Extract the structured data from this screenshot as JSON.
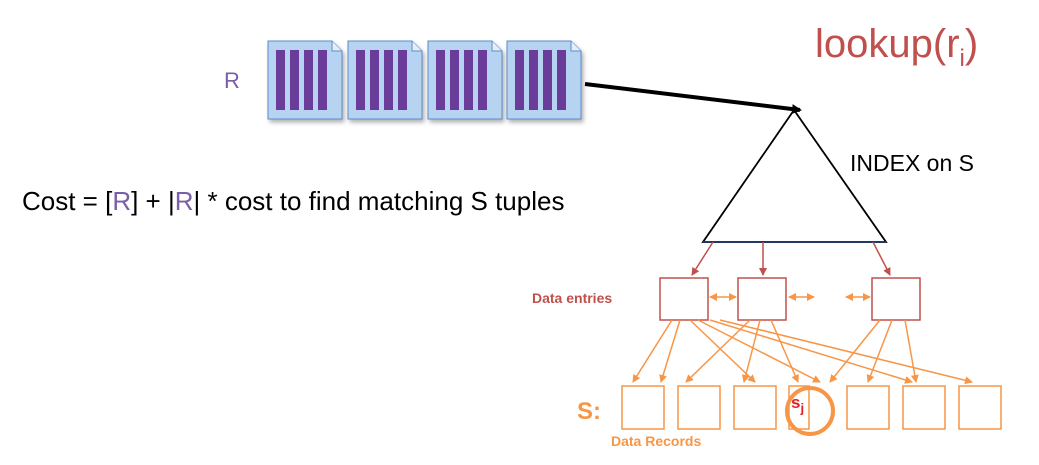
{
  "relation_label": "R",
  "title": {
    "main": "lookup(r",
    "subscript": "i",
    "close": ")"
  },
  "index_label": "INDEX on S",
  "cost": {
    "prefix": "Cost = [",
    "r1": "R",
    "mid": "] + |",
    "r2": "R",
    "suffix": "| * cost to find matching S tuples"
  },
  "data_entries_label": "Data entries",
  "s_label": "S:",
  "data_records_label": "Data Records",
  "match": {
    "letter": "s",
    "subscript": "j"
  },
  "page_count": 4,
  "colors": {
    "purple": "#7b5ea7",
    "page_fill": "#b7d3f2",
    "bar": "#6a3d9a",
    "red": "#c0504d",
    "orange": "#f79646",
    "highlight": "#e02020",
    "navy": "#1f3864"
  }
}
